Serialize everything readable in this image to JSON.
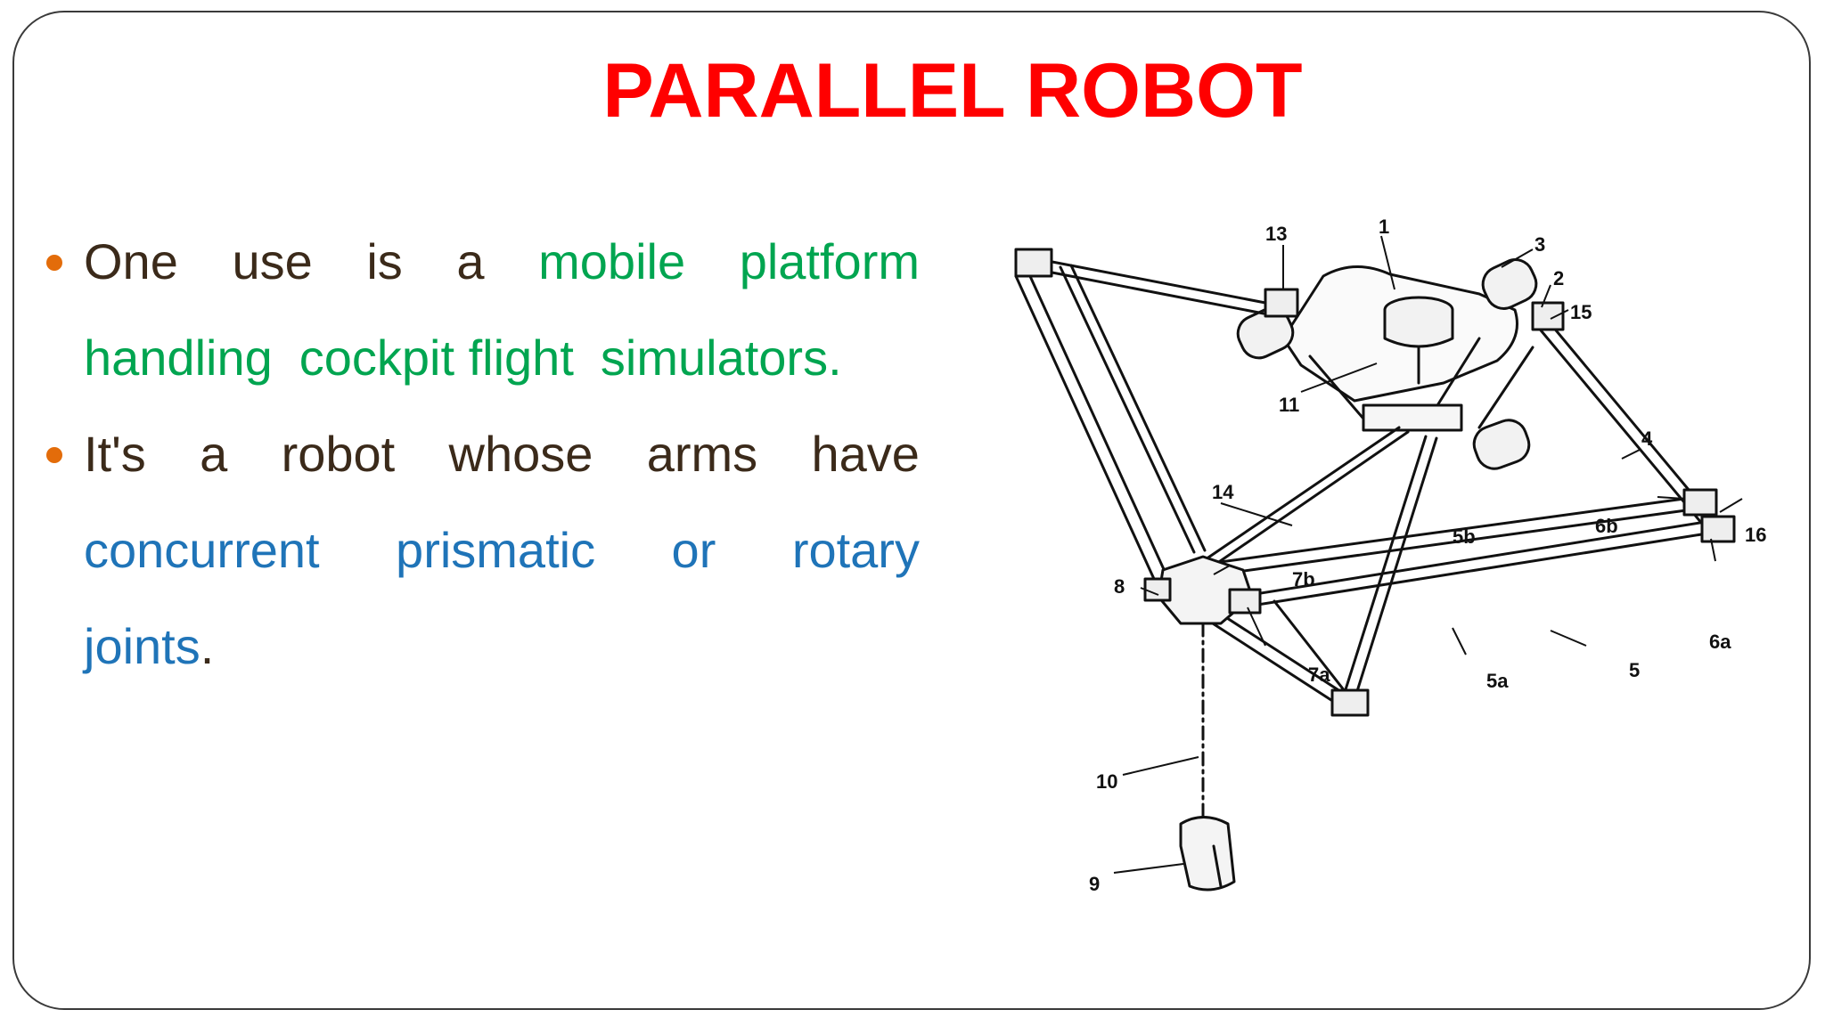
{
  "slide": {
    "title": "PARALLEL ROBOT",
    "bullets": [
      {
        "lines": [
          {
            "words": [
              {
                "text": "One",
                "color": "#3b2a1a"
              },
              {
                "text": "use",
                "color": "#3b2a1a"
              },
              {
                "text": "is",
                "color": "#3b2a1a"
              },
              {
                "text": "a",
                "color": "#3b2a1a"
              },
              {
                "text": "mobile",
                "color": "#00a550"
              },
              {
                "text": "platform",
                "color": "#00a550"
              }
            ]
          },
          {
            "words": [
              {
                "text": "handling",
                "color": "#00a550"
              },
              {
                "text": "cockpit flight",
                "color": "#00a550"
              },
              {
                "text": "simulators.",
                "color": "#00a550"
              }
            ]
          }
        ]
      },
      {
        "lines": [
          {
            "words": [
              {
                "text": "It's",
                "color": "#3b2a1a"
              },
              {
                "text": "a",
                "color": "#3b2a1a"
              },
              {
                "text": "robot",
                "color": "#3b2a1a"
              },
              {
                "text": "whose",
                "color": "#3b2a1a"
              },
              {
                "text": "arms",
                "color": "#3b2a1a"
              },
              {
                "text": "have",
                "color": "#3b2a1a"
              }
            ]
          },
          {
            "words": [
              {
                "text": "concurrent",
                "color": "#1f74b8"
              },
              {
                "text": "prismatic",
                "color": "#1f74b8"
              },
              {
                "text": "or",
                "color": "#1f74b8"
              },
              {
                "text": "rotary",
                "color": "#1f74b8"
              }
            ]
          },
          {
            "words": [
              {
                "text": "joints",
                "color": "#1f74b8"
              },
              {
                "text": ".",
                "color": "#3b2a1a"
              }
            ]
          }
        ]
      }
    ]
  },
  "figure": {
    "labels": {
      "l13": "13",
      "l1": "1",
      "l3": "3",
      "l2": "2",
      "l15": "15",
      "l11": "11",
      "l4": "4",
      "l14": "14",
      "l5b": "5b",
      "l6b": "6b",
      "l16": "16",
      "l7b": "7b",
      "l8": "8",
      "l5a": "5a",
      "l5": "5",
      "l6a": "6a",
      "l7a": "7a",
      "l10": "10",
      "l9": "9"
    }
  },
  "colors": {
    "title": "#ff0000",
    "body_text": "#3b2a1a",
    "green_text": "#00a550",
    "blue_text": "#1f74b8",
    "bullet": "#e36c0a"
  }
}
